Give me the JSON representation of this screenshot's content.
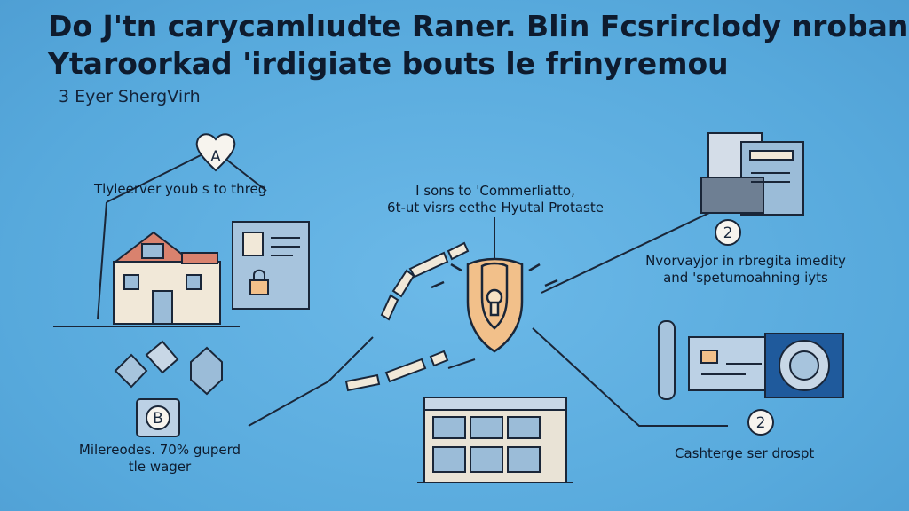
{
  "header": {
    "title_line1": "Do J'tn carycamlıudte Raner. Blin Fcsrirclody nroban",
    "title_line2": "Ytaroorkad 'irdigiate bouts le frinyremou",
    "subtitle": "3 Eyer ShergVirh"
  },
  "nodes": {
    "house": {
      "badge": "A",
      "label": "Tlyleerver youb s to threg"
    },
    "blocks": {
      "badge": "B",
      "label_line1": "Milereodes. 70% guperd",
      "label_line2": "tle wager"
    },
    "documents": {
      "badge": "2",
      "label_line1": "Nvorvayjor in rbregita imedity",
      "label_line2": "and 'spetumoahning iyts"
    },
    "card": {
      "badge": "2",
      "label": "Cashterge ser drospt"
    },
    "shield": {
      "label_line1": "I sons to 'Commerliatto,",
      "label_line2": "6t-ut visrs eethe Hyutal Protaste"
    }
  },
  "colors": {
    "background": "#5aaee0",
    "line": "#1a2638",
    "shield": "#f2c08a",
    "building": "#e9e3d6",
    "panel": "#9bbcd8"
  }
}
